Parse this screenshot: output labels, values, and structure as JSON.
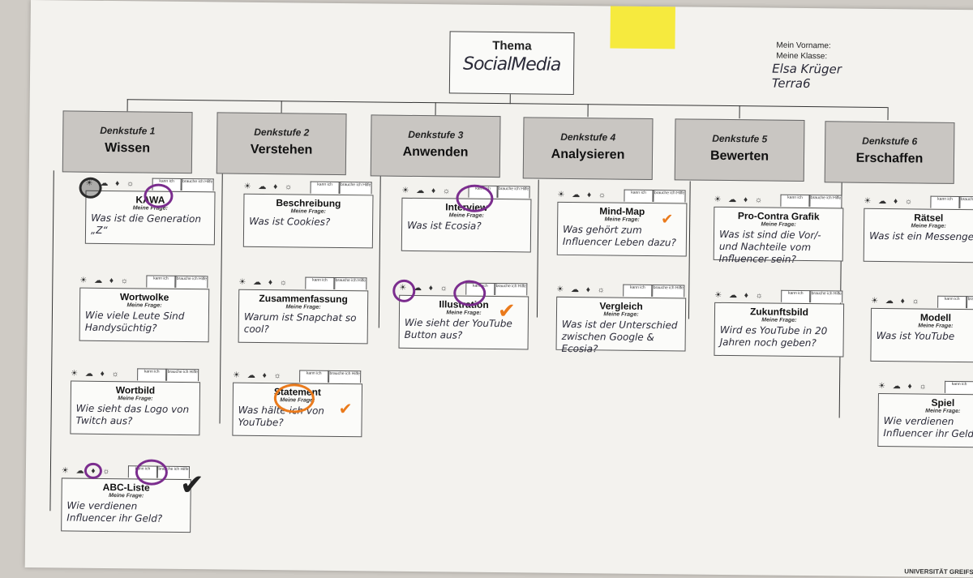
{
  "theme": {
    "title": "Thema",
    "value": "SocialMedia"
  },
  "name": {
    "label_name": "Mein Vorname:",
    "label_class": "Meine Klasse:",
    "value_name": "Elsa Krüger",
    "value_class": "Terra6"
  },
  "levels": [
    {
      "num": "Denkstufe 1",
      "name": "Wissen"
    },
    {
      "num": "Denkstufe 2",
      "name": "Verstehen"
    },
    {
      "num": "Denkstufe 3",
      "name": "Anwenden"
    },
    {
      "num": "Denkstufe 4",
      "name": "Analysieren"
    },
    {
      "num": "Denkstufe 5",
      "name": "Bewerten"
    },
    {
      "num": "Denkstufe 6",
      "name": "Erschaffen"
    }
  ],
  "card_label": "Meine Frage:",
  "tab_can": "kann ich",
  "tab_help": "brauche ich Hilfe",
  "cards": [
    {
      "title": "KAWA",
      "hand": "Was ist die Generation „Z“"
    },
    {
      "title": "Wortwolke",
      "hand": "Wie viele Leute Sind Handysüchtig?"
    },
    {
      "title": "Wortbild",
      "hand": "Wie sieht das Logo von Twitch aus?"
    },
    {
      "title": "ABC-Liste",
      "hand": "Wie verdienen Influencer ihr Geld?"
    },
    {
      "title": "Beschreibung",
      "hand": "Was ist Cookies?"
    },
    {
      "title": "Zusammenfassung",
      "hand": "Warum ist Snapchat so cool?"
    },
    {
      "title": "Statement",
      "hand": "Was hälte ich von YouTube?"
    },
    {
      "title": "Interview",
      "hand": "Was ist Ecosia?"
    },
    {
      "title": "Illustration",
      "hand": "Wie sieht der YouTube Button aus?"
    },
    {
      "title": "Mind-Map",
      "hand": "Was gehört zum Influencer Leben dazu?"
    },
    {
      "title": "Vergleich",
      "hand": "Was ist der Unterschied zwischen Google & Ecosia?"
    },
    {
      "title": "Pro-Contra Grafik",
      "hand": "Was ist sind die Vor/- und Nachteile vom Influencer sein?"
    },
    {
      "title": "Zukunftsbild",
      "hand": "Wird es YouTube in 20 Jahren noch geben?"
    },
    {
      "title": "Rätsel",
      "hand": "Was ist ein Messenger?"
    },
    {
      "title": "Modell",
      "hand": "Was ist YouTube"
    },
    {
      "title": "Spiel",
      "hand": "Wie verdienen Influencer ihr Geld"
    }
  ],
  "footer": "UNIVERSITÄT GREIFS"
}
